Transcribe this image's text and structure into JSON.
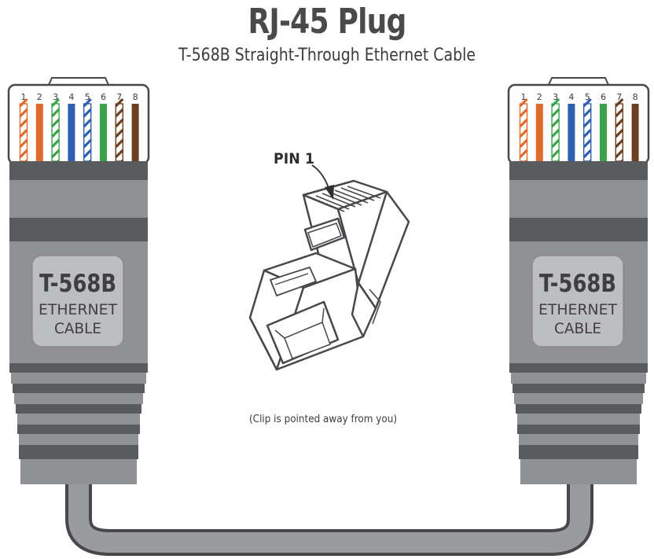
{
  "title": "RJ-45 Plug",
  "subtitle": "T-568B Straight-Through Ethernet Cable",
  "pin_numbers": [
    "1",
    "2",
    "3",
    "4",
    "5",
    "6",
    "7",
    "8"
  ],
  "wires": [
    {
      "pin": "1",
      "color": "#e06a2c",
      "striped": true
    },
    {
      "pin": "2",
      "color": "#e06a2c",
      "striped": false
    },
    {
      "pin": "3",
      "color": "#3aa24a",
      "striped": true
    },
    {
      "pin": "4",
      "color": "#2f5fb0",
      "striped": false
    },
    {
      "pin": "5",
      "color": "#2f5fb0",
      "striped": true
    },
    {
      "pin": "6",
      "color": "#3aa24a",
      "striped": false
    },
    {
      "pin": "7",
      "color": "#6b3f22",
      "striped": true
    },
    {
      "pin": "8",
      "color": "#6b3f22",
      "striped": false
    }
  ],
  "left_plug": {
    "standard": "T-568B",
    "line1": "ETHERNET",
    "line2": "CABLE"
  },
  "right_plug": {
    "standard": "T-568B",
    "line1": "ETHERNET",
    "line2": "CABLE"
  },
  "pin1_label": "PIN 1",
  "clip_note": "(Clip is pointed away from you)",
  "colors": {
    "boot_dark": "#5a5b5e",
    "boot_light": "#909194",
    "label_panel": "#bdbec0",
    "cable": "#9a9b9e",
    "outline": "#47484b"
  }
}
